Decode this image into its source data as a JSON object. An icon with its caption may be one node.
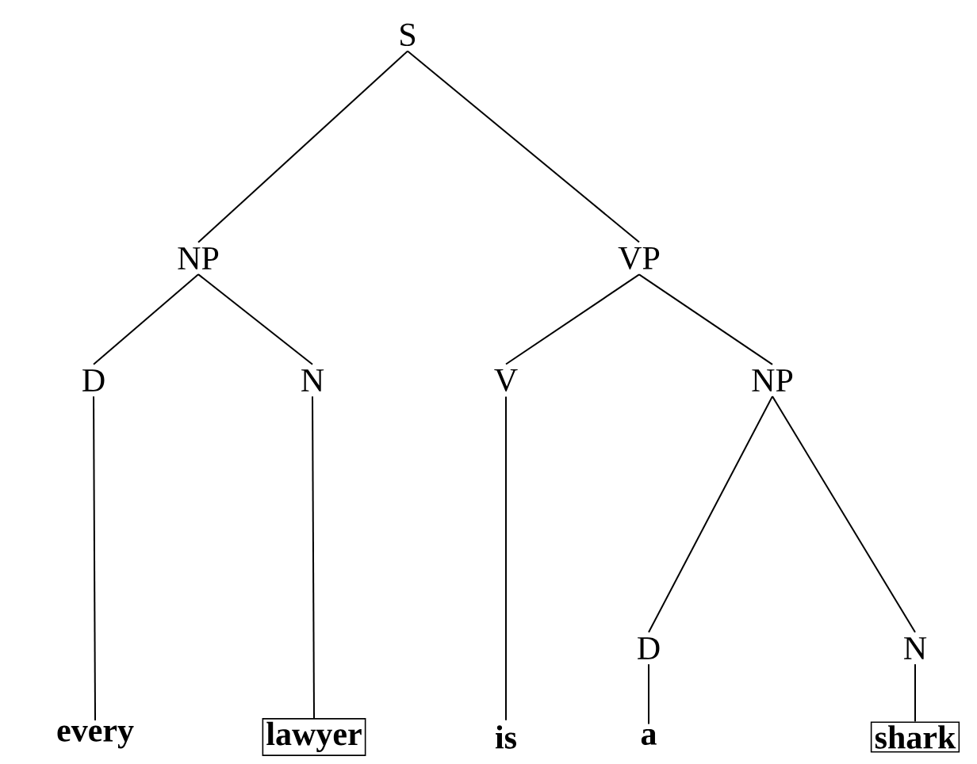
{
  "diagram": {
    "nodes": [
      {
        "text": [
          "S"
        ]
      },
      {
        "text": [
          "NP"
        ]
      },
      {
        "text": [
          "VP"
        ]
      },
      {
        "text": [
          "D"
        ]
      },
      {
        "text": [
          "N"
        ]
      },
      {
        "text": [
          "V"
        ]
      },
      {
        "text": [
          "NP"
        ]
      },
      {
        "text": [
          "D"
        ]
      },
      {
        "text": [
          "N"
        ]
      },
      {
        "text": [
          "every"
        ]
      },
      {
        "text": [
          "lawyer"
        ]
      },
      {
        "text": [
          "is"
        ]
      },
      {
        "text": [
          "a"
        ]
      },
      {
        "text": [
          "shark"
        ]
      }
    ],
    "edges": [
      {
        "from": 0,
        "to": 1,
        "arrow": "none"
      },
      {
        "from": 0,
        "to": 2,
        "arrow": "none"
      },
      {
        "from": 1,
        "to": 3,
        "arrow": "none"
      },
      {
        "from": 1,
        "to": 4,
        "arrow": "none"
      },
      {
        "from": 2,
        "to": 5,
        "arrow": "none"
      },
      {
        "from": 2,
        "to": 6,
        "arrow": "none"
      },
      {
        "from": 6,
        "to": 7,
        "arrow": "none"
      },
      {
        "from": 6,
        "to": 8,
        "arrow": "none"
      },
      {
        "from": 3,
        "to": 9,
        "arrow": "none"
      },
      {
        "from": 4,
        "to": 10,
        "arrow": "none"
      },
      {
        "from": 5,
        "to": 11,
        "arrow": "none"
      },
      {
        "from": 7,
        "to": 12,
        "arrow": "none"
      },
      {
        "from": 8,
        "to": 13,
        "arrow": "none"
      }
    ]
  }
}
